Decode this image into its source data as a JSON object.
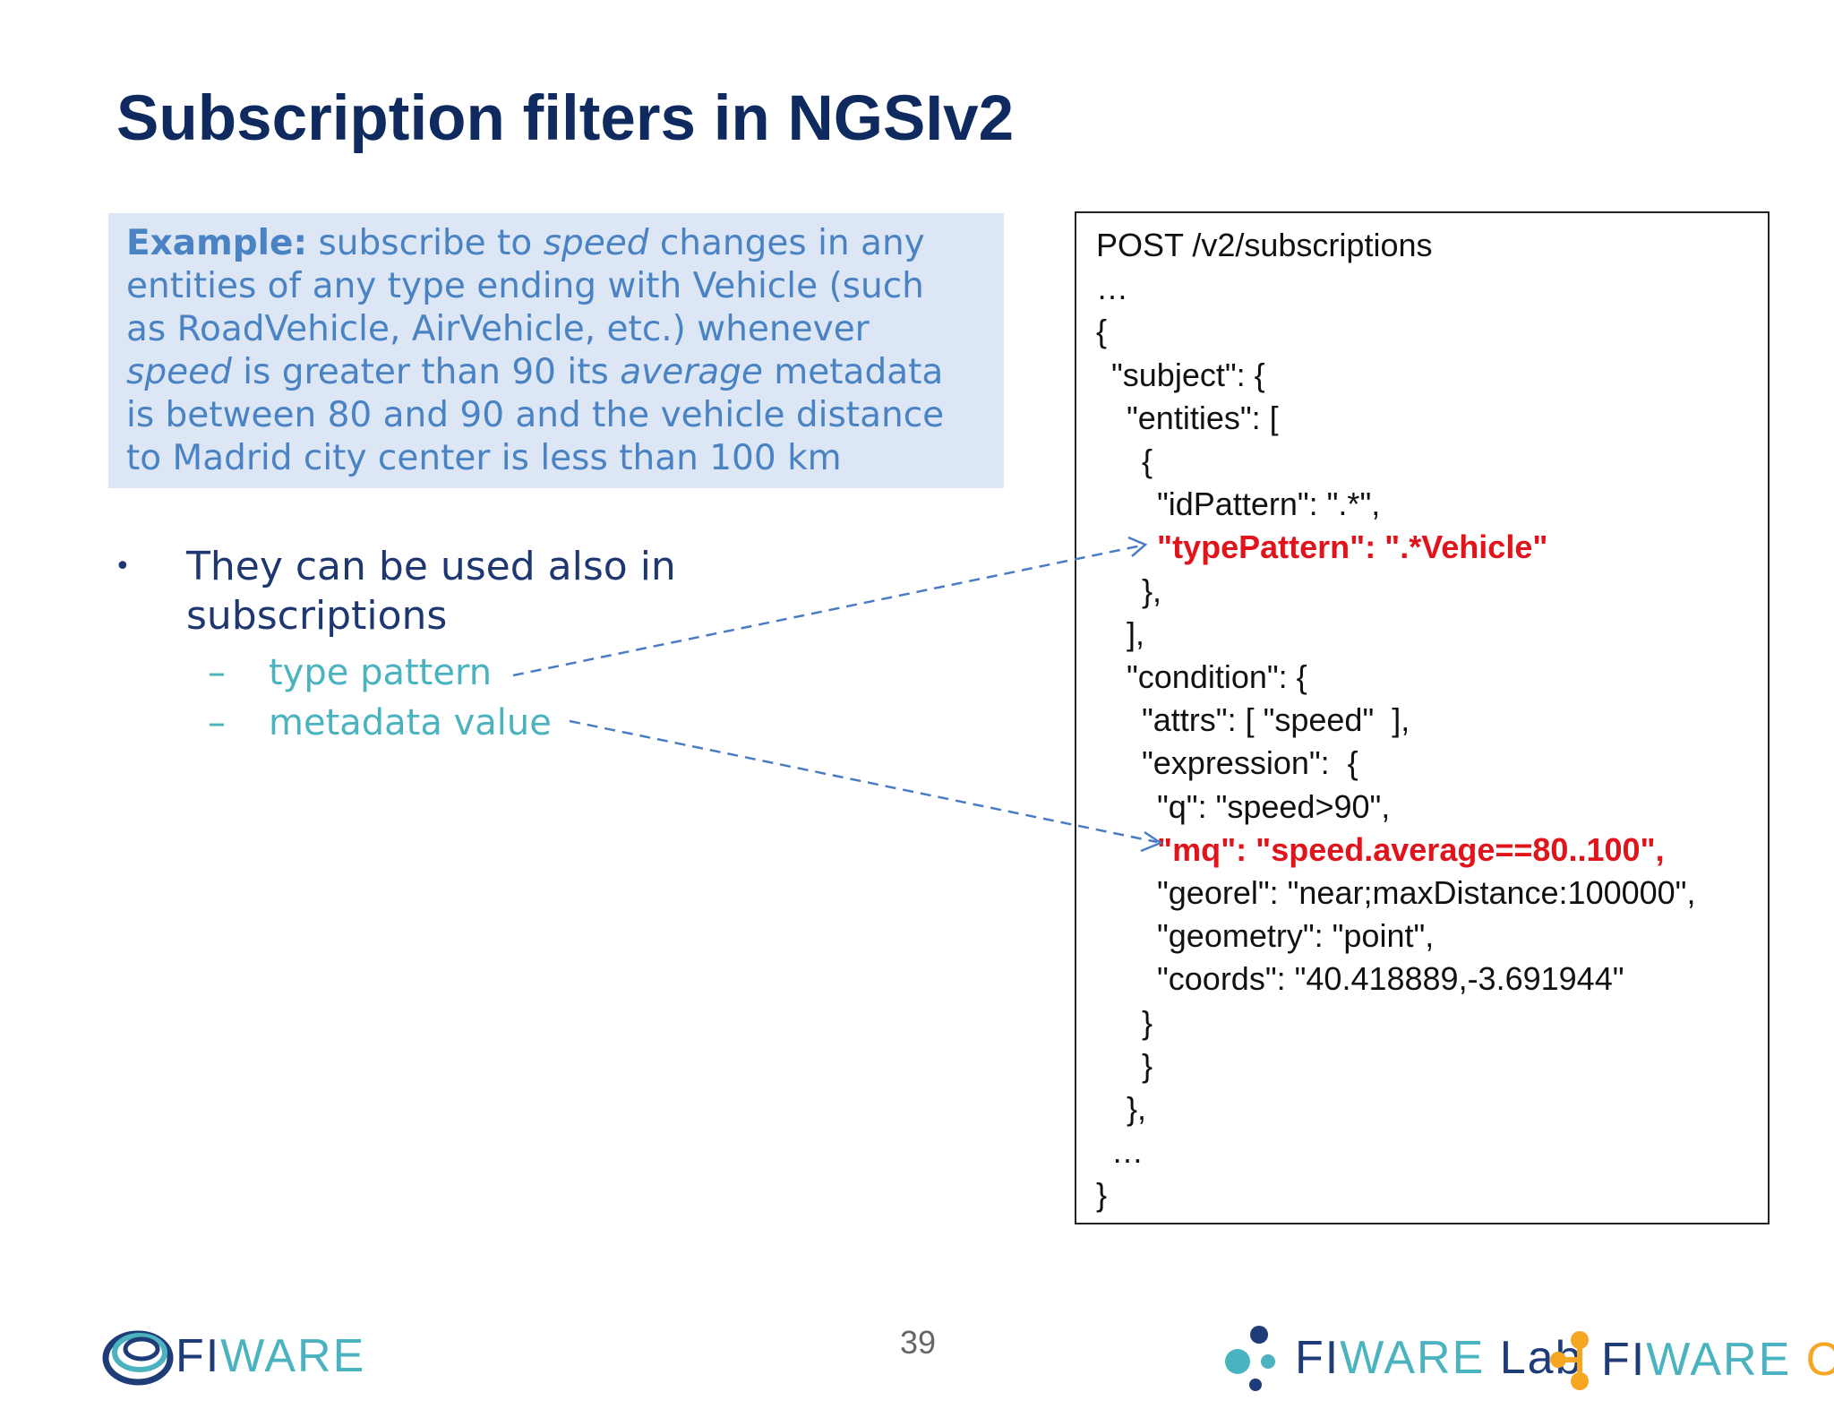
{
  "slide": {
    "title": "Subscription filters in NGSIv2",
    "page_number": "39"
  },
  "example": {
    "label": "Example:",
    "lines": [
      [
        {
          "t": " subscribe to ",
          "i": false
        },
        {
          "t": "speed",
          "i": true
        },
        {
          "t": " changes in  any",
          "i": false
        }
      ],
      [
        {
          "t": "entities of any type ending with Vehicle (such",
          "i": false
        }
      ],
      [
        {
          "t": "as RoadVehicle, AirVehicle, etc.) whenever",
          "i": false
        }
      ],
      [
        {
          "t": "speed",
          "i": true
        },
        {
          "t": " is greater than 90 its ",
          "i": false
        },
        {
          "t": "average",
          "i": true
        },
        {
          "t": " metadata",
          "i": false
        }
      ],
      [
        {
          "t": "is between 80 and 90 and the vehicle distance",
          "i": false
        }
      ],
      [
        {
          "t": "to Madrid city center is less than 100 km",
          "i": false
        }
      ]
    ]
  },
  "bullet": {
    "symbol": "•",
    "line1": "They can be used also in",
    "line2": "subscriptions",
    "dash": "–",
    "sub_items": [
      "type pattern",
      "metadata value"
    ]
  },
  "code": {
    "lines": [
      {
        "text": "POST /v2/subscriptions",
        "indent": 0,
        "highlight": false
      },
      {
        "text": "…",
        "indent": 0,
        "highlight": false
      },
      {
        "text": "{",
        "indent": 0,
        "highlight": false
      },
      {
        "text": "\"subject\": {",
        "indent": 1,
        "highlight": false
      },
      {
        "text": "\"entities\": [",
        "indent": 2,
        "highlight": false
      },
      {
        "text": "{",
        "indent": 3,
        "highlight": false
      },
      {
        "text": "\"idPattern\": \".*\",",
        "indent": 4,
        "highlight": false
      },
      {
        "text": "\"typePattern\": \".*Vehicle\"",
        "indent": 4,
        "highlight": true
      },
      {
        "text": "},",
        "indent": 3,
        "highlight": false
      },
      {
        "text": "],",
        "indent": 2,
        "highlight": false
      },
      {
        "text": "\"condition\": {",
        "indent": 2,
        "highlight": false
      },
      {
        "text": "\"attrs\": [ \"speed\"  ],",
        "indent": 3,
        "highlight": false
      },
      {
        "text": "\"expression\":  {",
        "indent": 3,
        "highlight": false
      },
      {
        "text": "\"q\": \"speed>90\",",
        "indent": 4,
        "highlight": false
      },
      {
        "text": "\"mq\": \"speed.average==80..100\",",
        "indent": 4,
        "highlight": true
      },
      {
        "text": "\"georel\": \"near;maxDistance:100000\",",
        "indent": 4,
        "highlight": false
      },
      {
        "text": "\"geometry\": \"point\",",
        "indent": 4,
        "highlight": false
      },
      {
        "text": "\"coords\": \"40.418889,-3.691944\"",
        "indent": 4,
        "highlight": false
      },
      {
        "text": "}",
        "indent": 3,
        "highlight": false
      },
      {
        "text": "}",
        "indent": 3,
        "highlight": false
      },
      {
        "text": "},",
        "indent": 2,
        "highlight": false
      },
      {
        "text": "…",
        "indent": 1,
        "highlight": false
      },
      {
        "text": "}",
        "indent": 0,
        "highlight": false
      }
    ]
  },
  "colors": {
    "title": "#0f2a5e",
    "example_bg": "#dce6f4",
    "example_text": "#4a83c4",
    "bullet_text": "#1f3770",
    "sub_text": "#4ab3bf",
    "highlight": "#e0141a",
    "arrow": "#4a7cc4"
  },
  "logos": {
    "left": {
      "fi": "FI",
      "ware": "WARE"
    },
    "middle": {
      "fi": "FI",
      "ware": "WARE",
      "suffix": "Lab"
    },
    "right": {
      "fi": "FI",
      "ware": "WARE",
      "suffix": "Ops"
    }
  }
}
